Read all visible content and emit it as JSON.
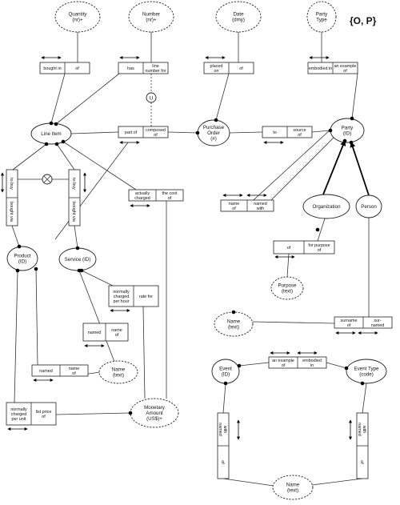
{
  "diagram": {
    "badge": "{O, P}",
    "entities": [
      {
        "id": "line_item",
        "lines": [
          "Line Item"
        ]
      },
      {
        "id": "purchase_order",
        "lines": [
          "Purchase",
          "Order",
          "(#)"
        ]
      },
      {
        "id": "party",
        "lines": [
          "Party",
          "(ID)"
        ]
      },
      {
        "id": "organization",
        "lines": [
          "Organization"
        ]
      },
      {
        "id": "person",
        "lines": [
          "Person"
        ]
      },
      {
        "id": "product",
        "lines": [
          "Product",
          "(ID)"
        ]
      },
      {
        "id": "service",
        "lines": [
          "Service (ID)"
        ]
      },
      {
        "id": "event",
        "lines": [
          "Event",
          "(ID)"
        ]
      },
      {
        "id": "event_type",
        "lines": [
          "Event Type",
          "(code)"
        ]
      }
    ],
    "values": [
      {
        "id": "quantity",
        "lines": [
          "Quantity",
          "(nr)+"
        ]
      },
      {
        "id": "number",
        "lines": [
          "Number",
          "(nr)+"
        ]
      },
      {
        "id": "date",
        "lines": [
          "Date",
          "(dmy)"
        ]
      },
      {
        "id": "party_type",
        "lines": [
          "Party",
          "Type"
        ]
      },
      {
        "id": "purpose",
        "lines": [
          "Purpose",
          "(text)"
        ]
      },
      {
        "id": "name_party",
        "lines": [
          "Name",
          "(text)"
        ]
      },
      {
        "id": "name_service",
        "lines": [
          "Name",
          "(text)"
        ]
      },
      {
        "id": "monetary_amount",
        "lines": [
          "Monetary",
          "Amount",
          "(US$)+"
        ]
      },
      {
        "id": "name_event",
        "lines": [
          "Name",
          "(text)"
        ]
      }
    ],
    "roles": [
      {
        "id": "li_qty",
        "boxes": [
          [
            "bought in"
          ],
          [
            "of"
          ]
        ]
      },
      {
        "id": "li_num",
        "boxes": [
          [
            "has"
          ],
          [
            "line",
            "number for"
          ]
        ]
      },
      {
        "id": "po_date",
        "boxes": [
          [
            "placed",
            "on"
          ],
          [
            "of"
          ]
        ]
      },
      {
        "id": "party_type",
        "boxes": [
          [
            "embodied in"
          ],
          [
            "an example",
            "of"
          ]
        ]
      },
      {
        "id": "li_po",
        "boxes": [
          [
            "part of"
          ],
          [
            "composed",
            "of"
          ]
        ]
      },
      {
        "id": "po_party",
        "boxes": [
          [
            "to"
          ],
          [
            "source",
            "of"
          ]
        ]
      },
      {
        "id": "li_product",
        "boxes": [
          [
            "to buy"
          ],
          [
            "bought via"
          ]
        ]
      },
      {
        "id": "li_service",
        "boxes": [
          [
            "to buy"
          ],
          [
            "bought via"
          ]
        ]
      },
      {
        "id": "li_amount",
        "boxes": [
          [
            "actually",
            "charged"
          ],
          [
            "the cost",
            "of"
          ]
        ]
      },
      {
        "id": "party_name",
        "boxes": [
          [
            "name",
            "of"
          ],
          [
            "named",
            "with"
          ]
        ]
      },
      {
        "id": "org_purpose",
        "boxes": [
          [
            "of"
          ],
          [
            "for purpose",
            "of"
          ]
        ]
      },
      {
        "id": "service_rate",
        "boxes": [
          [
            "normally",
            "charged",
            "per hour"
          ],
          [
            "rate for"
          ]
        ]
      },
      {
        "id": "service_name",
        "boxes": [
          [
            "named"
          ],
          [
            "name",
            "of"
          ]
        ]
      },
      {
        "id": "product_name",
        "boxes": [
          [
            "named"
          ],
          [
            "name",
            "of"
          ]
        ]
      },
      {
        "id": "person_surname",
        "boxes": [
          [
            "surname",
            "of"
          ],
          [
            "sur-",
            "named"
          ]
        ]
      },
      {
        "id": "product_price",
        "boxes": [
          [
            "normally",
            "charged",
            "per unit"
          ],
          [
            "list price",
            "of"
          ]
        ]
      },
      {
        "id": "event_eventtype",
        "boxes": [
          [
            "an example",
            "of"
          ],
          [
            "embodied",
            "in"
          ]
        ]
      },
      {
        "id": "event_name",
        "boxes": [
          [
            "named",
            "with"
          ],
          [
            "of"
          ]
        ]
      },
      {
        "id": "eventtype_name",
        "boxes": [
          [
            "named",
            "with"
          ],
          [
            "of"
          ]
        ]
      }
    ],
    "constraints": {
      "uniqueness": "U",
      "exclusion": "⊗"
    }
  }
}
